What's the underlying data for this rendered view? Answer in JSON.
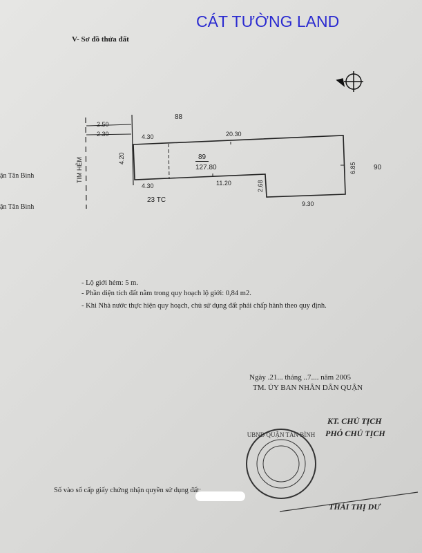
{
  "watermark": "CÁT TƯỜNG LAND",
  "section_title": "V- Sơ đồ thửa đất",
  "left_edge_texts": [
    "ận Tân Bình",
    "ận Tân Bình"
  ],
  "plan": {
    "neighbor_top": "88",
    "neighbor_right": "90",
    "neighbor_bottom": "23 TC",
    "lot_number": "89",
    "lot_area": "127.80",
    "alley_label": "TIM HẺM",
    "dims": {
      "offset1": "2.50",
      "offset2": "2.30",
      "top_left": "4.30",
      "top": "20.30",
      "left": "4.20",
      "bottom_left": "4.30",
      "bottom_mid": "11.20",
      "step": "2.68",
      "right": "6.85",
      "bottom_right": "9.30"
    }
  },
  "notes": [
    "- Lộ giới hẻm: 5 m.",
    "- Phần diện tích đất nằm trong quy hoạch lộ giới: 0,84 m2.",
    "- Khi Nhà nước thực hiện quy hoạch, chủ sử dụng đất phải chấp hành theo quy định."
  ],
  "signature": {
    "date_line": "Ngày .21... tháng ..7.... năm  2005",
    "org": "TM. ỦY BAN NHÂN DÂN QUẬN",
    "role1": "KT. CHỦ TỊCH",
    "role2": "PHÓ CHỦ TỊCH",
    "signer": "THÁI THỊ DƯ",
    "stamp_text": "UBND QUẬN TÂN BÌNH"
  },
  "registry_label": "Số vào sổ cấp giấy chứng nhận quyền sử dụng đất:"
}
